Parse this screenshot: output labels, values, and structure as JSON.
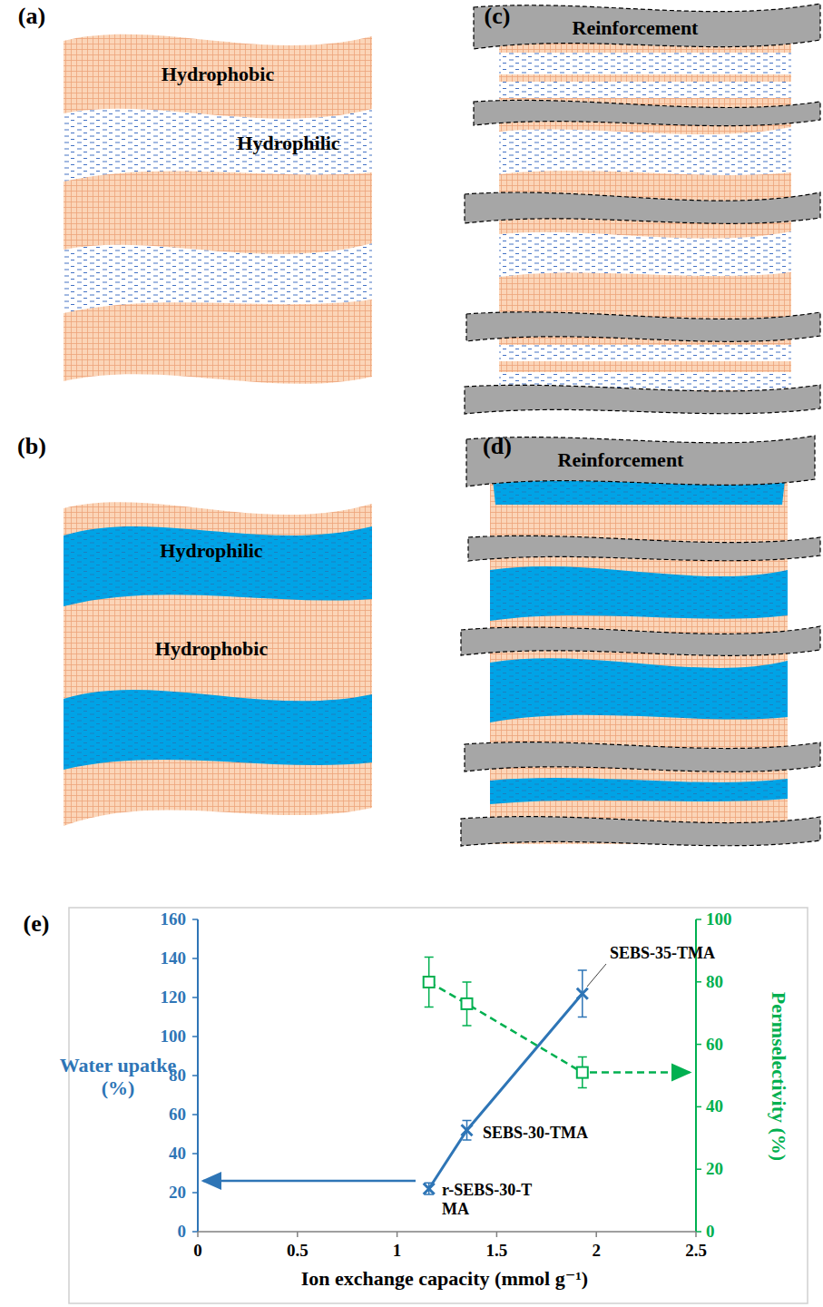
{
  "diagram": {
    "nodes": [
      {
        "text": [
          "Hydrophobic"
        ]
      },
      {
        "text": [
          "Hydrophilic"
        ]
      },
      {
        "text": [
          "Reinforcement"
        ]
      },
      {
        "text": [
          "Hydrophilic"
        ]
      },
      {
        "text": [
          "Hydrophobic"
        ]
      },
      {
        "text": [
          "Reinforcement"
        ]
      }
    ],
    "labels": [
      "(a)",
      "(c)",
      "(b)",
      "(d)",
      "(e)",
      "0",
      "20",
      "40",
      "60",
      "80",
      "100",
      "120",
      "140",
      "160",
      "0",
      "20",
      "40",
      "60",
      "80",
      "100",
      "0",
      "0.5",
      "1",
      "1.5",
      "2",
      "2.5",
      "Water upatke (%)",
      "Permselectivity (%)",
      "Ion exchange capacity (mmol g⁻¹)",
      "SEBS-35-TMA",
      "SEBS-30-TMA",
      "r-SEBS-30-TMA"
    ]
  }
}
